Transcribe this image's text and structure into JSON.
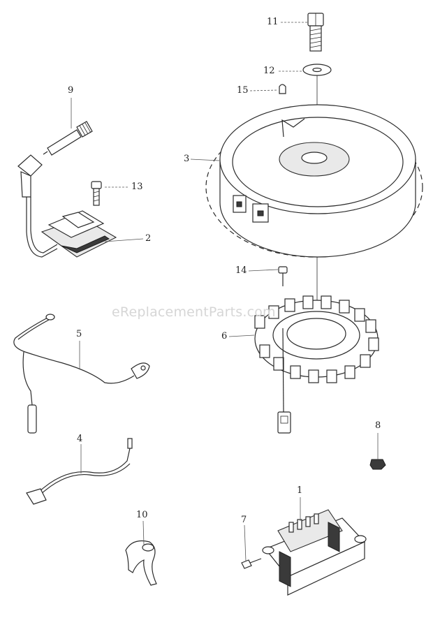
{
  "watermark": "eReplacementParts.com",
  "callouts": [
    {
      "id": "c11",
      "text": "11"
    },
    {
      "id": "c12",
      "text": "12"
    },
    {
      "id": "c15",
      "text": "15"
    },
    {
      "id": "c9",
      "text": "9"
    },
    {
      "id": "c3",
      "text": "3"
    },
    {
      "id": "c13",
      "text": "13"
    },
    {
      "id": "c2",
      "text": "2"
    },
    {
      "id": "c14",
      "text": "14"
    },
    {
      "id": "c5",
      "text": "5"
    },
    {
      "id": "c6",
      "text": "6"
    },
    {
      "id": "c8",
      "text": "8"
    },
    {
      "id": "c4",
      "text": "4"
    },
    {
      "id": "c1",
      "text": "1"
    },
    {
      "id": "c10",
      "text": "10"
    },
    {
      "id": "c7",
      "text": "7"
    }
  ]
}
